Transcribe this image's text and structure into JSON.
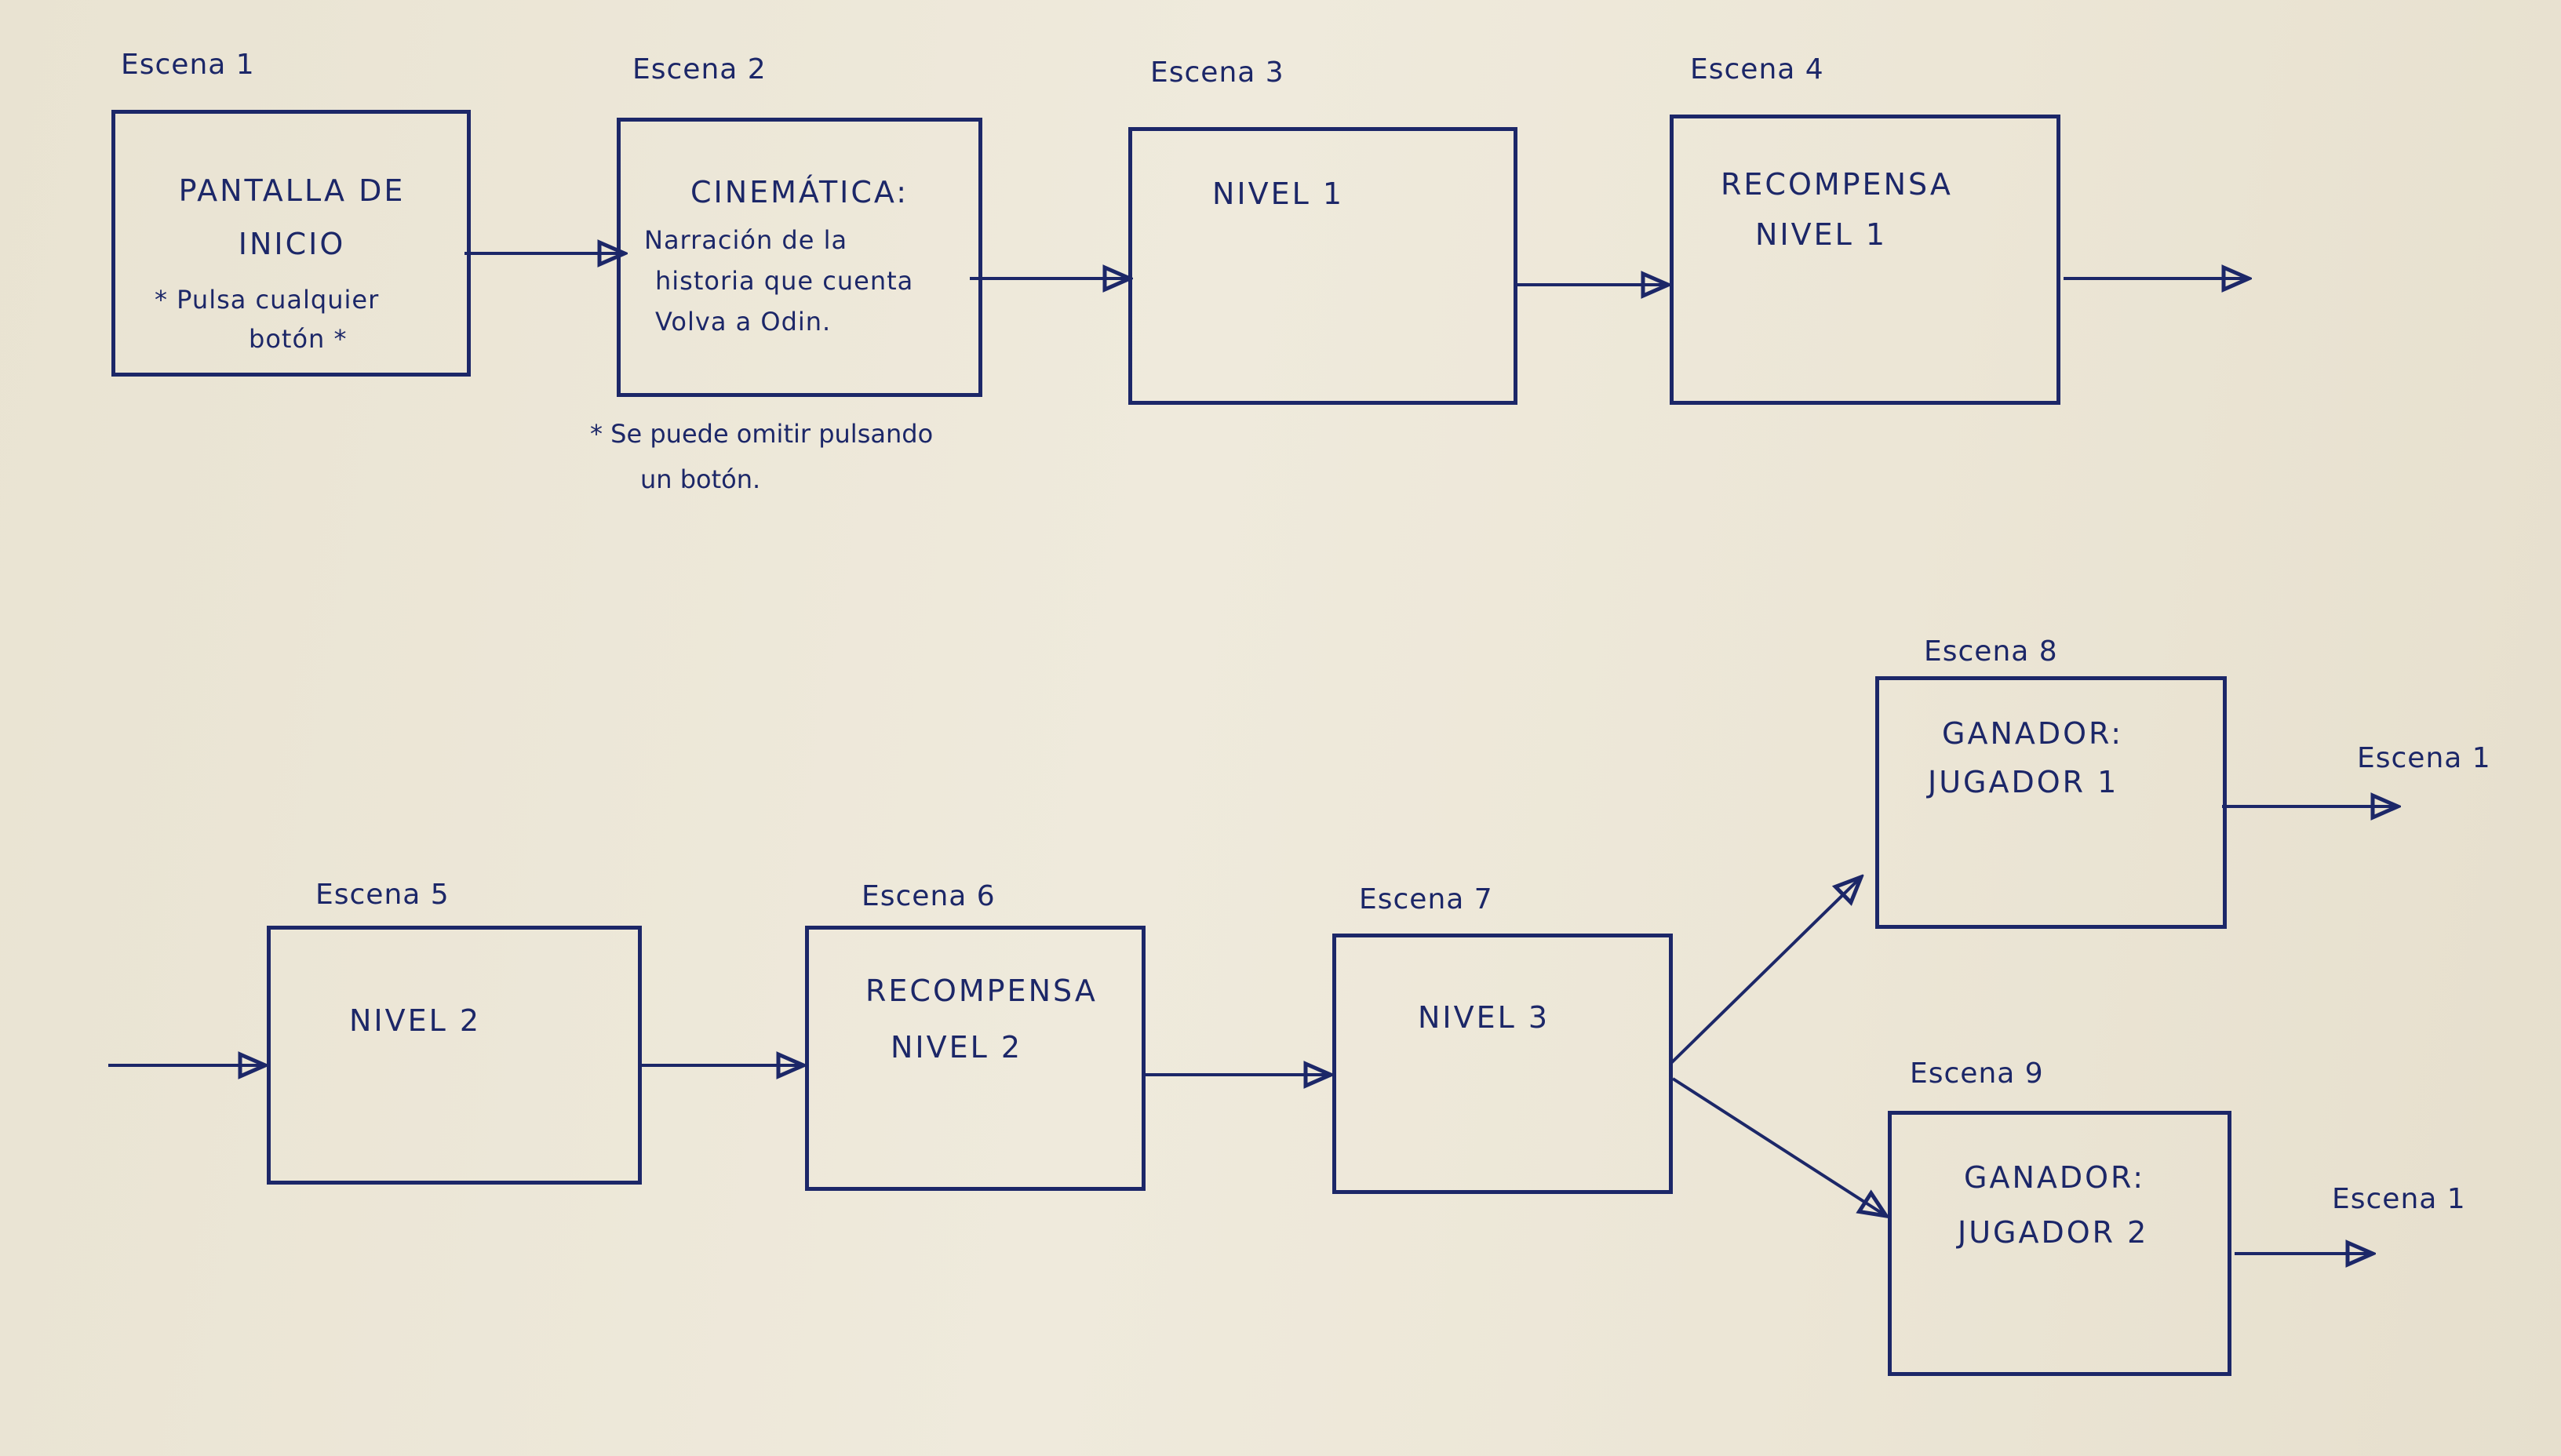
{
  "scenes": {
    "s1": {
      "label": "Escena 1",
      "line1": "PANTALLA DE",
      "line2": "INICIO",
      "line3": "* Pulsa cualquier",
      "line4": "botón *"
    },
    "s2": {
      "label": "Escena 2",
      "title": "CINEMÁTICA:",
      "line1": "Narración de la",
      "line2": "historia que cuenta",
      "line3": "Volva a Odin.",
      "note1": "* Se puede omitir pulsando",
      "note2": "un botón."
    },
    "s3": {
      "label": "Escena 3",
      "title": "NIVEL 1"
    },
    "s4": {
      "label": "Escena 4",
      "line1": "RECOMPENSA",
      "line2": "NIVEL 1"
    },
    "s5": {
      "label": "Escena 5",
      "title": "NIVEL 2"
    },
    "s6": {
      "label": "Escena 6",
      "line1": "RECOMPENSA",
      "line2": "NIVEL 2"
    },
    "s7": {
      "label": "Escena 7",
      "title": "NIVEL 3"
    },
    "s8": {
      "label": "Escena 8",
      "line1": "GANADOR:",
      "line2": "JUGADOR 1",
      "next": "Escena 1"
    },
    "s9": {
      "label": "Escena 9",
      "line1": "GANADOR:",
      "line2": "JUGADOR 2",
      "next": "Escena 1"
    }
  },
  "colors": {
    "ink": "#1c2768",
    "paper": "#ece6d6"
  }
}
